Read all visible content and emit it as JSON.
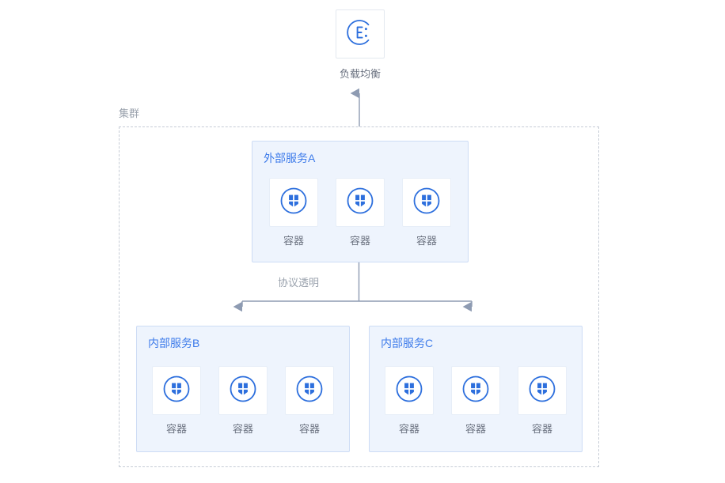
{
  "diagram": {
    "title_text": "",
    "colors": {
      "accent_blue": "#3d7bea",
      "icon_blue": "#2d6fdd",
      "service_box_fill": "#eef4fd",
      "service_box_border": "#cddcf5",
      "cluster_border": "#c6ccd6",
      "connector": "#8e9bb2",
      "caption_gray": "#6b7280",
      "muted_gray": "#9aa2ad",
      "card_bg": "#ffffff",
      "card_border": "#e3e8ef",
      "page_bg": "#ffffff"
    }
  },
  "load_balancer": {
    "label": "负载均衡",
    "icon": "load-balancer-icon"
  },
  "cluster": {
    "label": "集群"
  },
  "edges": {
    "lb_uplink": {
      "direction": "up",
      "label": ""
    },
    "service_a_to_internal": {
      "label": "协议透明",
      "direction": "down",
      "targets": [
        "内部服务B",
        "内部服务C"
      ]
    }
  },
  "services": [
    {
      "id": "service-a",
      "title": "外部服务A",
      "containers": [
        {
          "label": "容器",
          "icon": "container-icon"
        },
        {
          "label": "容器",
          "icon": "container-icon"
        },
        {
          "label": "容器",
          "icon": "container-icon"
        }
      ]
    },
    {
      "id": "service-b",
      "title": "内部服务B",
      "containers": [
        {
          "label": "容器",
          "icon": "container-icon"
        },
        {
          "label": "容器",
          "icon": "container-icon"
        },
        {
          "label": "容器",
          "icon": "container-icon"
        }
      ]
    },
    {
      "id": "service-c",
      "title": "内部服务C",
      "containers": [
        {
          "label": "容器",
          "icon": "container-icon"
        },
        {
          "label": "容器",
          "icon": "container-icon"
        },
        {
          "label": "容器",
          "icon": "container-icon"
        }
      ]
    }
  ]
}
